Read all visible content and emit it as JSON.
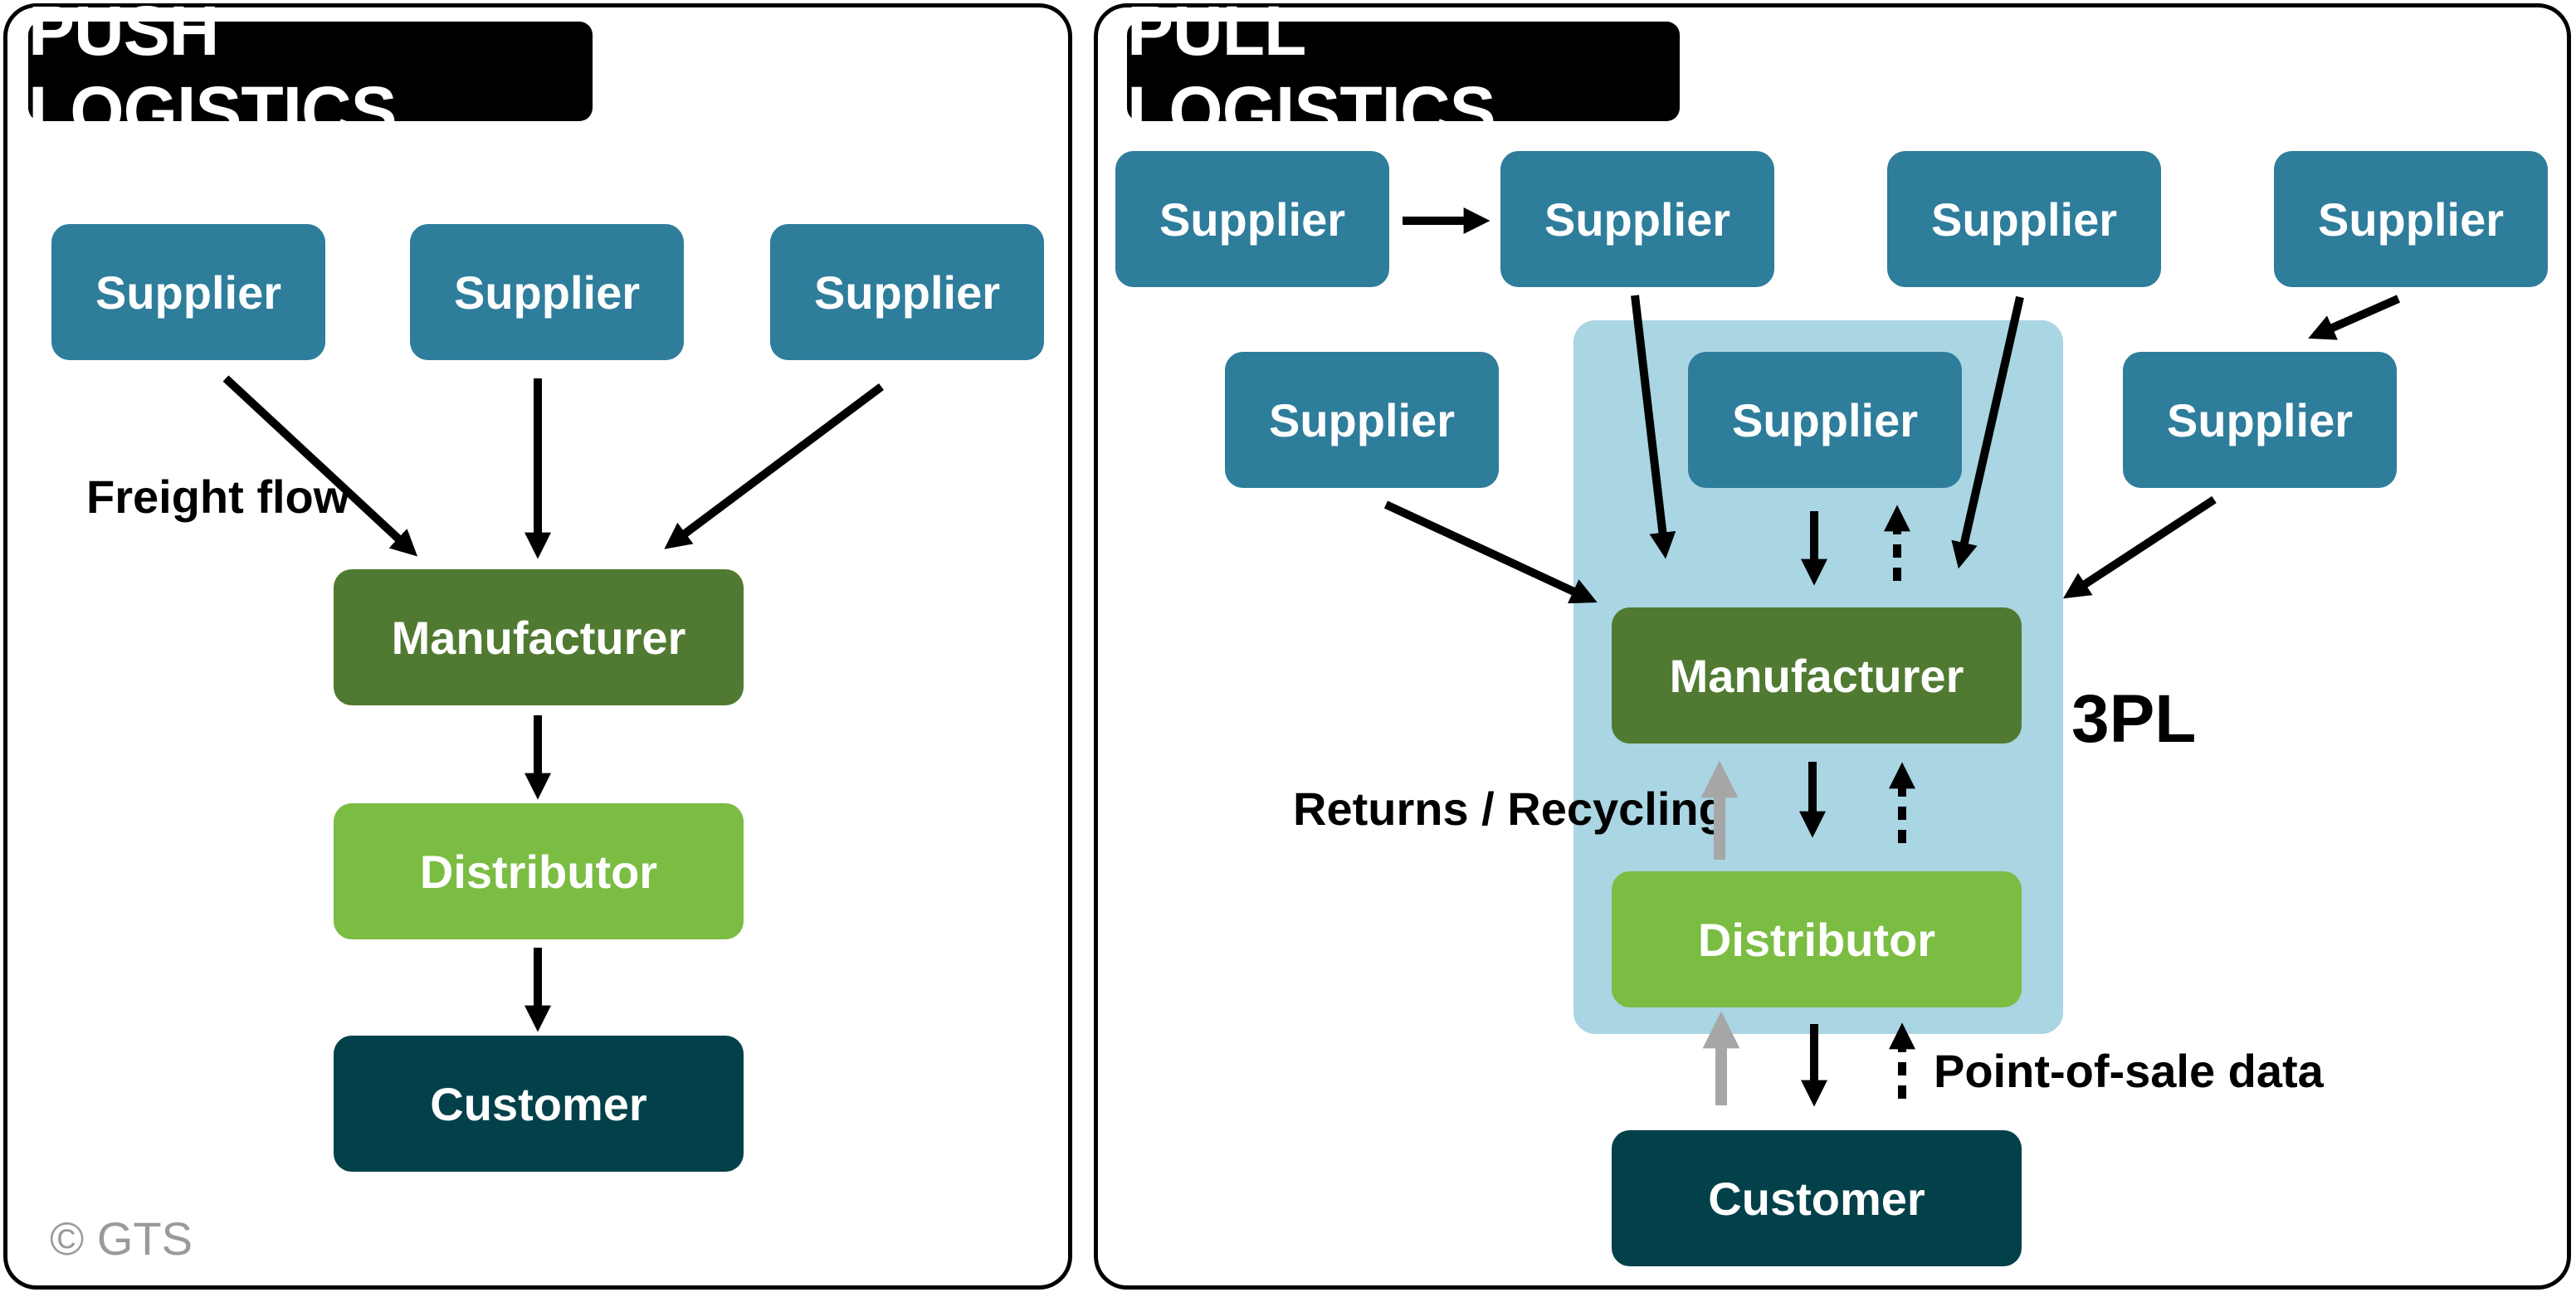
{
  "push": {
    "title": "PUSH LOGISTICS",
    "suppliers": [
      "Supplier",
      "Supplier",
      "Supplier"
    ],
    "manufacturer": "Manufacturer",
    "distributor": "Distributor",
    "customer": "Customer",
    "freight_label": "Freight flow",
    "copyright": "© GTS"
  },
  "pull": {
    "title": "PULL LOGISTICS",
    "suppliers": [
      "Supplier",
      "Supplier",
      "Supplier",
      "Supplier",
      "Supplier",
      "Supplier",
      "Supplier"
    ],
    "manufacturer": "Manufacturer",
    "distributor": "Distributor",
    "customer": "Customer",
    "zone_label": "3PL",
    "returns_label": "Returns / Recycling",
    "pos_label": "Point-of-sale data"
  },
  "colors": {
    "supplier": "#2e7d9b",
    "manufacturer": "#507a31",
    "distributor": "#7abd42",
    "customer": "#03414a",
    "zone": "#aad5e3",
    "return_arrow": "#a6a6a6"
  }
}
